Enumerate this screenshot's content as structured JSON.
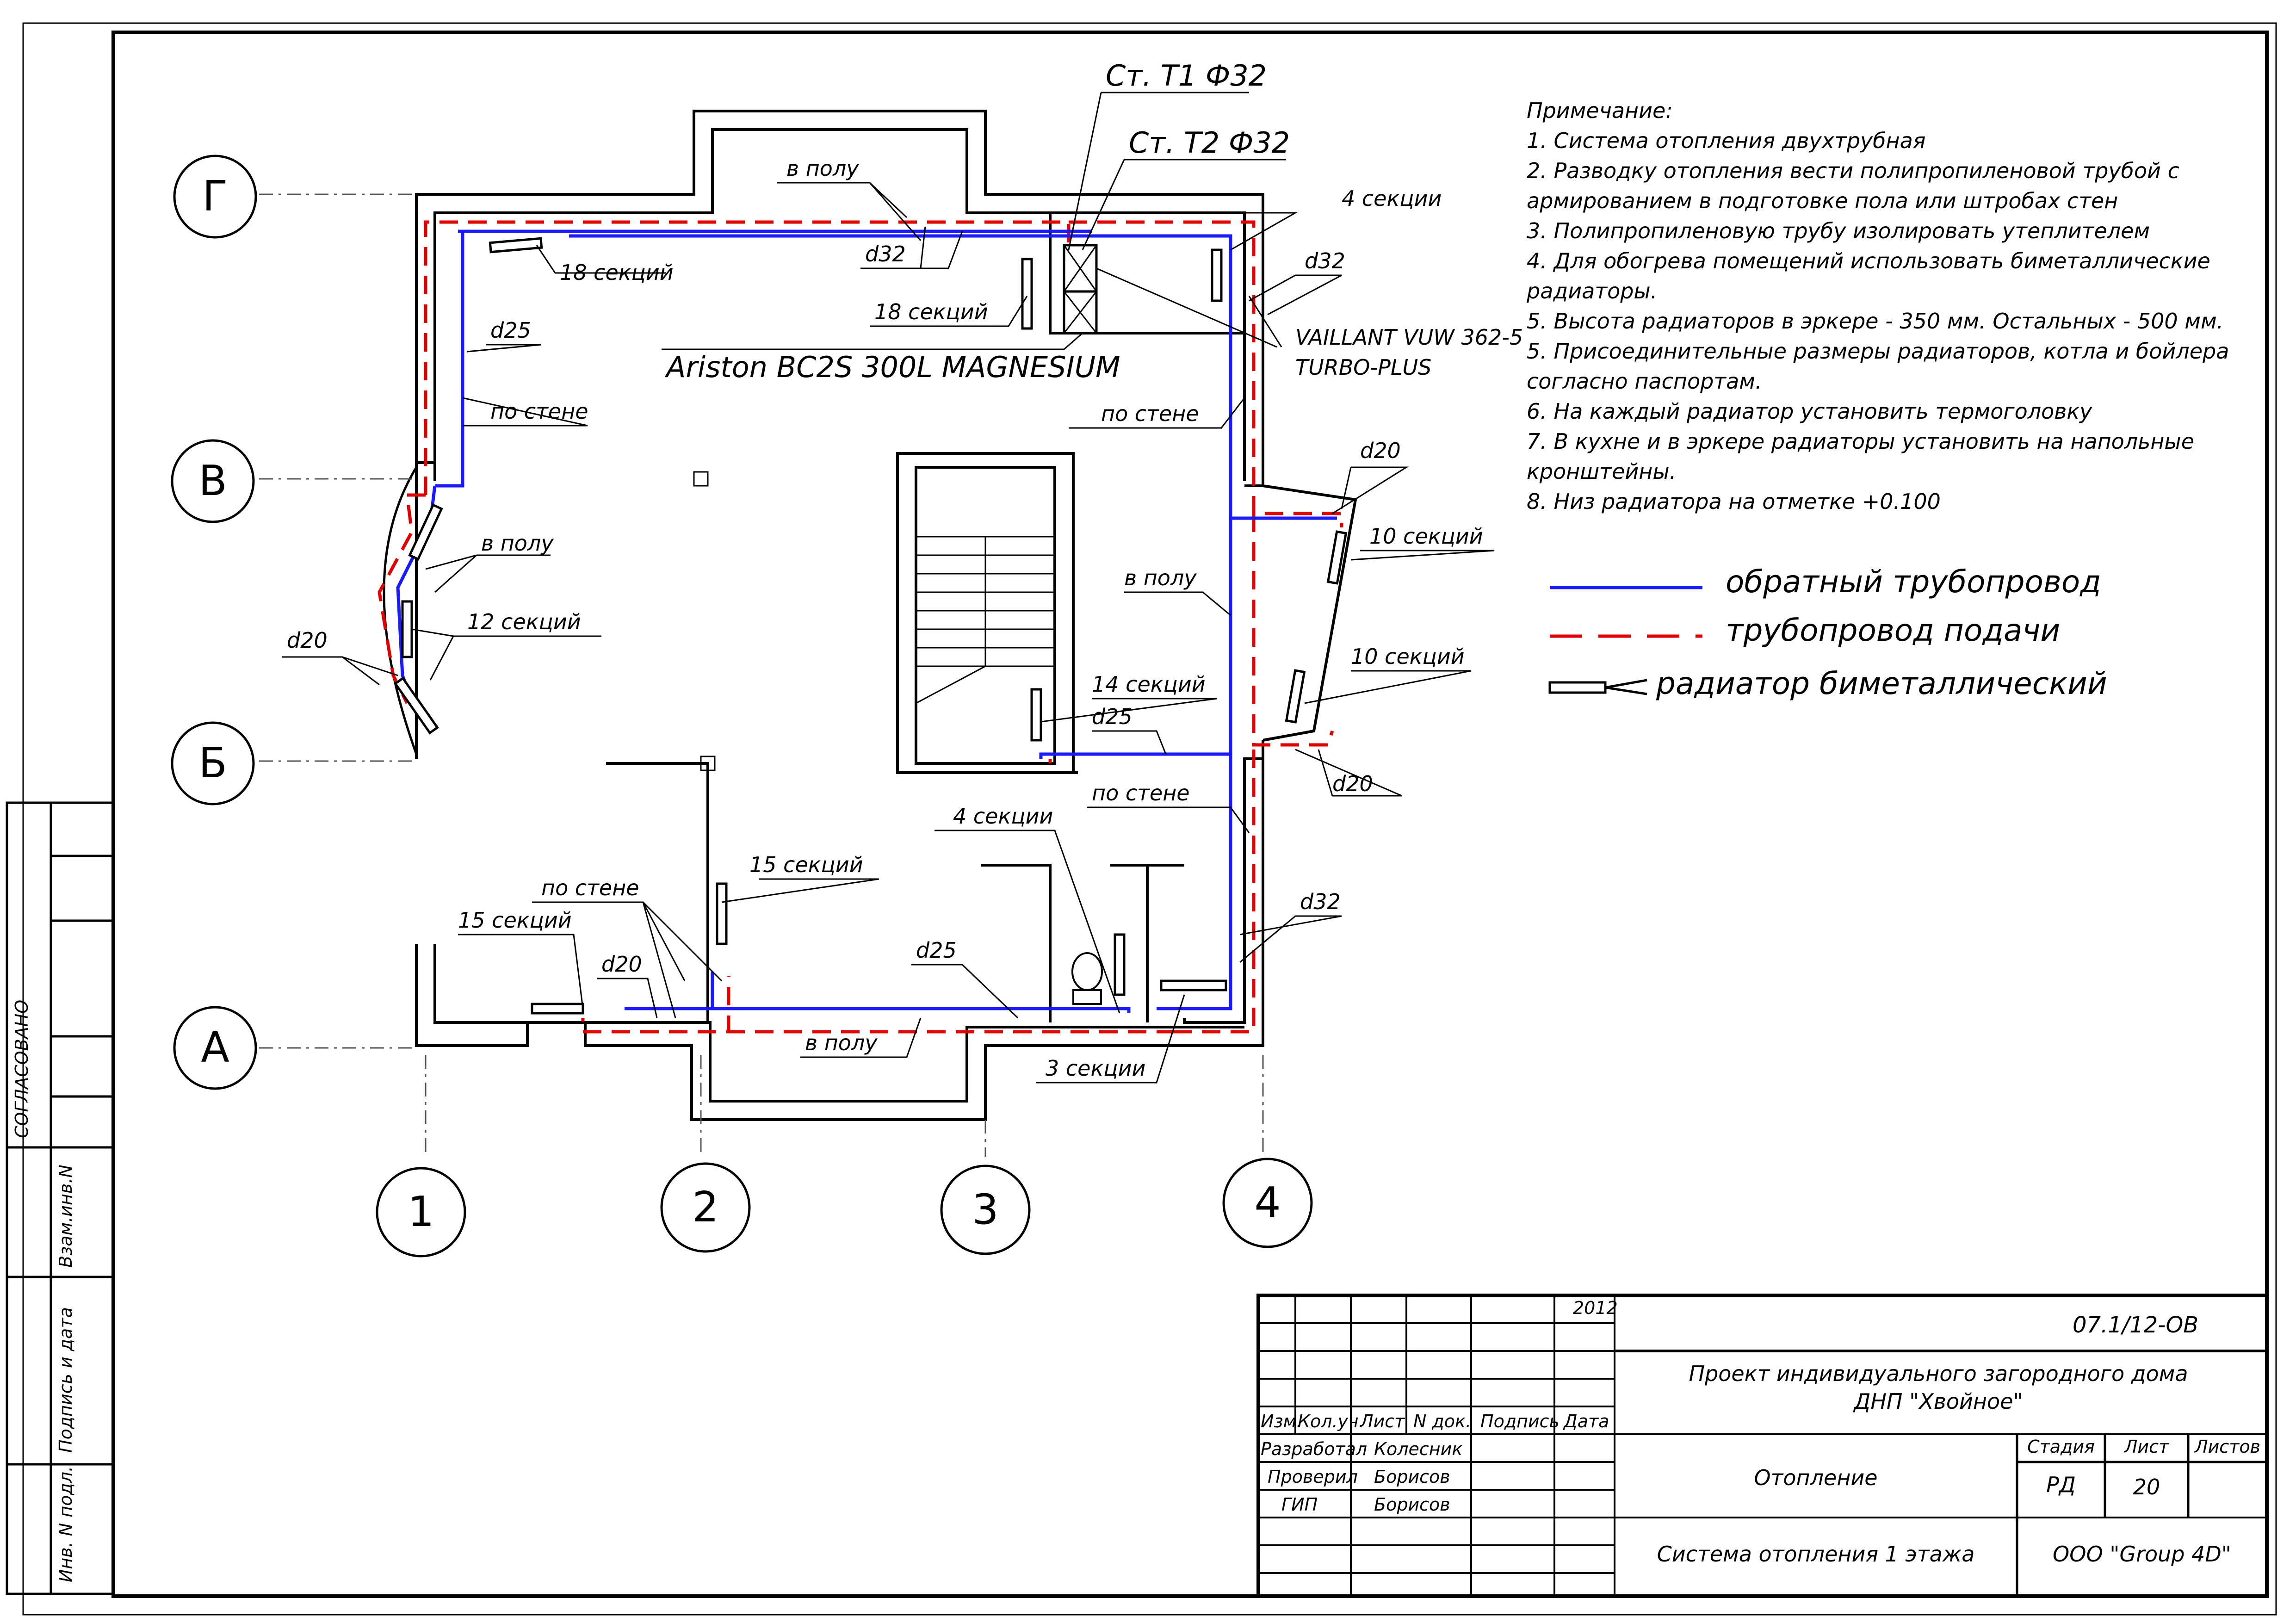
{
  "axes": {
    "rows": [
      "Г",
      "В",
      "Б",
      "А"
    ],
    "cols": [
      "1",
      "2",
      "3",
      "4"
    ]
  },
  "risers": {
    "t1": "Ст. Т1 Ф32",
    "t2": "Ст. Т2 Ф32"
  },
  "equipment": {
    "boiler_tank": "Ariston BC2S 300L MAGNESIUM",
    "boiler_line1": "VAILLANT VUW 362-5",
    "boiler_line2": "TURBO-PLUS"
  },
  "labels": {
    "v_polu_top": "в полу",
    "d32_top": "d32",
    "s18_a": "18  секций",
    "s18_b": "18   секций",
    "s4_top": "4   секции",
    "d32_right": "d32",
    "d25_left": "d25",
    "po_stene_left": "по стене",
    "po_stene_right": "по стене",
    "v_polu_bay": "в полу",
    "s12": "12   секций",
    "d20_left": "d20",
    "d20_right_top": "d20",
    "s10_a": "10   секций",
    "s10_b": "10   секций",
    "v_polu_mid": "в полу",
    "s14": "14   секций",
    "d25_mid": "d25",
    "d20_right_bot": "d20",
    "po_stene_mid": "по стене",
    "s4_mid": "4  секции",
    "d32_right_bot": "d32",
    "s15_a": "15   секций",
    "po_stene_bot": "по стене",
    "s15_b": "15   секций",
    "d20_bot": "d20",
    "d25_bot": "d25",
    "v_polu_bot": "в полу",
    "s3": "3   секции"
  },
  "notes": {
    "title": "Примечание:",
    "lines": [
      "1. Система отопления двухтрубная",
      "2. Разводку отопления вести полипропиленовой трубой с",
      "армированием в подготовке пола или штробах стен",
      "3. Полипропиленовую трубу изолировать утеплителем",
      "4. Для обогрева помещений использовать биметаллические",
      "радиаторы.",
      "5. Высота радиаторов в эркере - 350 мм. Остальных - 500 мм.",
      "5. Присоединительные размеры радиаторов, котла и бойлера",
      "согласно паспортам.",
      "6. На каждый радиатор установить термоголовку",
      "7. В кухне и в эркере радиаторы установить на напольные",
      "кронштейны.",
      "8. Низ радиатора на отметке +0.100"
    ]
  },
  "legend": {
    "return": "обратный трубопровод",
    "supply": "трубопровод подачи",
    "radiator": "радиатор биметаллический"
  },
  "side_stamp": {
    "agreed": "СОГЛАСОВАНО",
    "replace": "Взам.инв.N",
    "sign_date": "Подпись и дата",
    "inv": "Инв. N подл."
  },
  "title_block": {
    "year": "2012",
    "code": "07.1/12-ОВ",
    "project1": "Проект индивидуального загородного дома",
    "project2": "ДНП \"Хвойное\"",
    "col_headers": [
      "Изм.",
      "Кол.уч.",
      "Лист",
      "N док.",
      "Подпись",
      "Дата"
    ],
    "roles": [
      "Разработал",
      "Проверил",
      "ГИП"
    ],
    "names": [
      "Колесник",
      "Борисов",
      "Борисов"
    ],
    "section": "Отопление",
    "stage_h": "Стадия",
    "sheet_h": "Лист",
    "sheets_h": "Листов",
    "stage": "РД",
    "sheet": "20",
    "drawing": "Система отопления 1 этажа",
    "company": "ООО \"Group 4D\""
  },
  "colors": {
    "return": "#1a1aff",
    "supply": "#e00000",
    "ink": "#000000"
  }
}
